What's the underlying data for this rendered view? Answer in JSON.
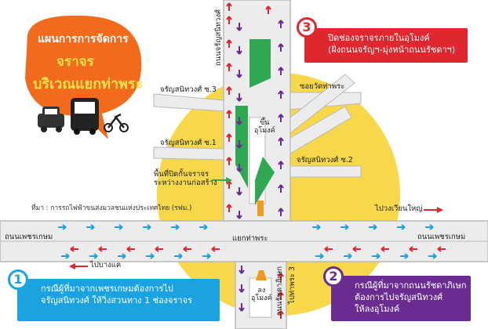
{
  "title": {
    "line1": "แผนการการจัดการ",
    "line2": "จราจร",
    "line3": "บริเวณแยกท่าพระ"
  },
  "roads": {
    "charan_soi3": "จรัญสนิทวงศ์ ซ.3",
    "charan_soi1": "จรัญสนิทวงศ์ ซ.1",
    "charan_soi2": "จรัญสนิทวงศ์ ซ.2",
    "soi_wat_tha_phra": "ซอยวัดท่าพระ",
    "charan_main": "ถนนจรัญสนิทวงศ์",
    "phetkasem_left": "ถนนเพชรเกษม",
    "phetkasem_right": "ถนนเพชรเกษม",
    "intersection": "แยกท่าพระ",
    "ratchada": "ถนนรัชดาภิเษก",
    "to_bang_khae": "ไปบางแค",
    "to_wongwian_yai": "ไปวงเวียนใหญ่",
    "to_tha_phra_3": "ไปท่าพระ 3"
  },
  "labels": {
    "tunnel_up": "ขึ้น\nอุโมงค์",
    "tunnel_down": "ลง\nอุโมงค์",
    "construction_area": "พื้นที่ปิดกั้นจราจร\nระหว่างงานก่อสร้าง",
    "source": "ที่มา : การรถไฟฟ้าขนส่งมวลชนแห่งประเทศไทย (รฟม.)"
  },
  "callouts": [
    {
      "number": "1",
      "text": "กรณีผู้ที่มาจากเพชรเกษมต้องการไป\nจรัญสนิทวงศ์ ให้วิ่งสวนทาง 1 ช่องจราจร",
      "color": "#1aa3e0"
    },
    {
      "number": "2",
      "text": "กรณีผู้ที่มาจากถนนรัชดาภิเษก\nต้องการไปจรัญสนิทวงศ์\nให้ลงอุโมงค์",
      "color": "#6a2c91"
    },
    {
      "number": "3",
      "text": "ปิดช่องจราจรภายในอุโมงค์\n(ฝั่งถนนจรัญฯ-มุ่งหน้าถนนรัชดาฯ)",
      "color": "#e0262e"
    }
  ],
  "colors": {
    "bubble": "#f26a1b",
    "yellow_circle": "#f7d84a",
    "green_zone": "#2fa84f",
    "road_gray": "#e5e5e5",
    "arrow_red": "#e0262e",
    "arrow_blue": "#1aa3e0",
    "arrow_purple": "#6a2c91"
  }
}
